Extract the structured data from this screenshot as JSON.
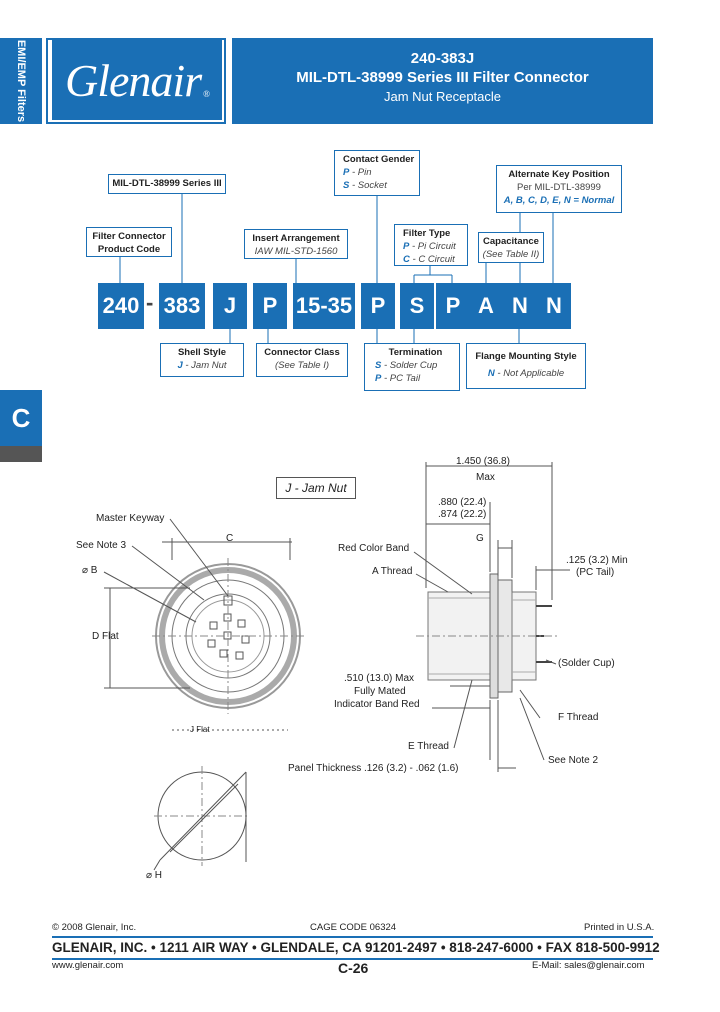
{
  "side_tab": {
    "label": "EMI/EMP Filters"
  },
  "logo": {
    "text": "Glenair",
    "mark": "®"
  },
  "title": {
    "part_number": "240-383J",
    "line2": "MIL-DTL-38999 Series III Filter Connector",
    "line3": "Jam Nut Receptacle"
  },
  "part_code": {
    "segments": [
      "240",
      "383",
      "J",
      "P",
      "15-35",
      "P",
      "S",
      "P",
      "A",
      "N",
      "N"
    ],
    "dash": "-"
  },
  "labels_top": {
    "series": {
      "heading": "MIL-DTL-38999 Series III"
    },
    "product_code": {
      "heading": "Filter Connector Product Code"
    },
    "insert": {
      "heading": "Insert Arrangement",
      "value": "IAW MIL-STD-1560"
    },
    "contact_gender": {
      "heading": "Contact Gender",
      "options": [
        {
          "key": "P",
          "text": " - Pin"
        },
        {
          "key": "S",
          "text": " - Socket"
        }
      ]
    },
    "filter_type": {
      "heading": "Filter Type",
      "options": [
        {
          "key": "P",
          "text": " - Pi Circuit"
        },
        {
          "key": "C",
          "text": " - C Circuit"
        }
      ]
    },
    "capacitance": {
      "heading": "Capacitance",
      "value": "(See Table II)"
    },
    "alt_key": {
      "heading": "Alternate Key Position",
      "value": "Per MIL-DTL-38999",
      "keys": "A, B, C, D, E, N = Normal"
    }
  },
  "labels_bottom": {
    "shell_style": {
      "heading": "Shell Style",
      "key": "J",
      "text": " - Jam Nut"
    },
    "connector_class": {
      "heading": "Connector Class",
      "value": "(See Table I)"
    },
    "termination": {
      "heading": "Termination",
      "options": [
        {
          "key": "S",
          "text": " - Solder Cup"
        },
        {
          "key": "P",
          "text": " - PC Tail"
        }
      ]
    },
    "flange": {
      "heading": "Flange Mounting Style",
      "key": "N",
      "text": " - Not Applicable"
    }
  },
  "section_tab": {
    "label": "C"
  },
  "drawing": {
    "style_label": "J - Jam Nut",
    "front": {
      "master_keyway": "Master Keyway",
      "see_note_3": "See Note 3",
      "dia_b": "⌀ B",
      "d_flat": "D Flat",
      "c": "C",
      "j_flat": "J Flat",
      "dia_h": "⌀ H"
    },
    "side": {
      "overall": "1.450 (36.8)",
      "overall_max": "Max",
      "dim_a1": ".880 (22.4)",
      "dim_a2": ".874 (22.2)",
      "g": "G",
      "red_band": "Red Color Band",
      "a_thread": "A Thread",
      "pc_tail_1": ".125 (3.2) Min",
      "pc_tail_2": "(PC Tail)",
      "solder_cup": "(Solder Cup)",
      "mated_1": ".510 (13.0) Max",
      "mated_2": "Fully Mated",
      "mated_3": "Indicator Band Red",
      "f_thread": "F Thread",
      "e_thread": "E Thread",
      "panel": "Panel Thickness .126 (3.2) - .062 (1.6)",
      "see_note_2": "See Note 2"
    }
  },
  "footer": {
    "copyright": "© 2008 Glenair, Inc.",
    "cage": "CAGE CODE 06324",
    "printed": "Printed in U.S.A.",
    "address": "GLENAIR, INC. • 1211 AIR WAY • GLENDALE, CA 91201-2497 • 818-247-6000 • FAX 818-500-9912",
    "website": "www.glenair.com",
    "page": "C-26",
    "email": "E-Mail:  sales@glenair.com"
  },
  "colors": {
    "brand_blue": "#1a6fb5"
  }
}
